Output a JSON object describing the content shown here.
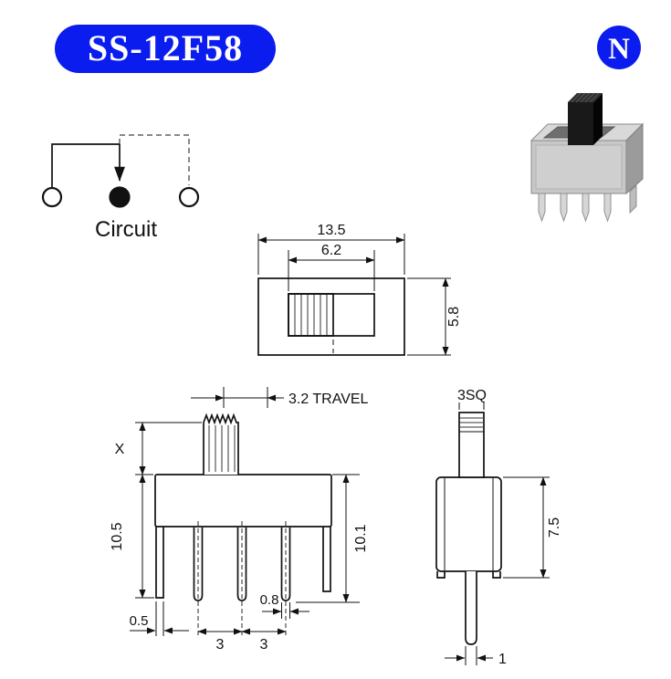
{
  "header": {
    "model": "SS-12F58",
    "logo_letter": "N"
  },
  "colors": {
    "accent_blue": "#0b1dee"
  },
  "circuit": {
    "label": "Circuit"
  },
  "top_view": {
    "overall_width": "13.5",
    "slot_width": "6.2",
    "body_height": "5.8"
  },
  "front_view": {
    "travel": "3.2 TRAVEL",
    "knob_height": "X",
    "total_height_left": "10.5",
    "total_height_right": "10.1",
    "lug_offset": "0.5",
    "pin_pitch_left": "3",
    "pin_pitch_right": "3",
    "pin_width": "0.8"
  },
  "side_view": {
    "knob_square": "3SQ",
    "body_height": "7.5",
    "pin_width": "1"
  }
}
